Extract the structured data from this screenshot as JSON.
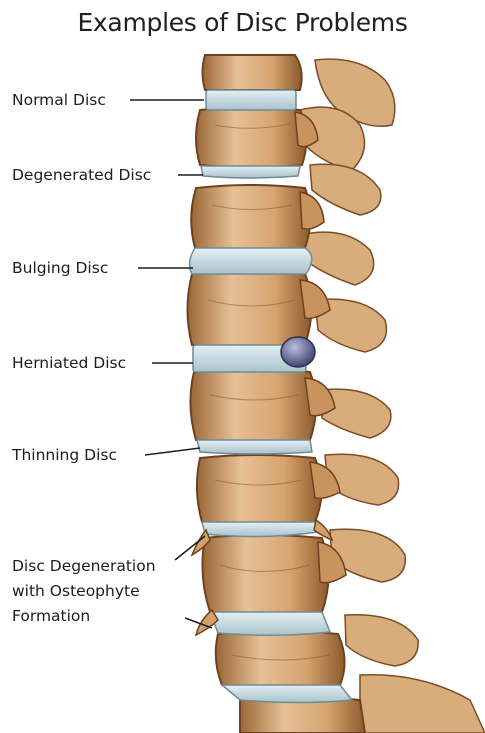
{
  "title": "Examples of Disc Problems",
  "labels": {
    "normal": "Normal Disc",
    "degenerated": "Degenerated Disc",
    "bulging": "Bulging Disc",
    "herniated": "Herniated Disc",
    "thinning": "Thinning Disc",
    "osteophyte_1": "Disc Degeneration",
    "osteophyte_2": "with Osteophyte",
    "osteophyte_3": "Formation"
  },
  "colors": {
    "bone": "#e2b98a",
    "bone_dark": "#8a5a2e",
    "bone_shadow": "#b7814c",
    "disc": "#c9dde4",
    "disc_edge": "#7f9aa3",
    "herniation": "#4b4f7a",
    "text": "#1e1e1e"
  }
}
